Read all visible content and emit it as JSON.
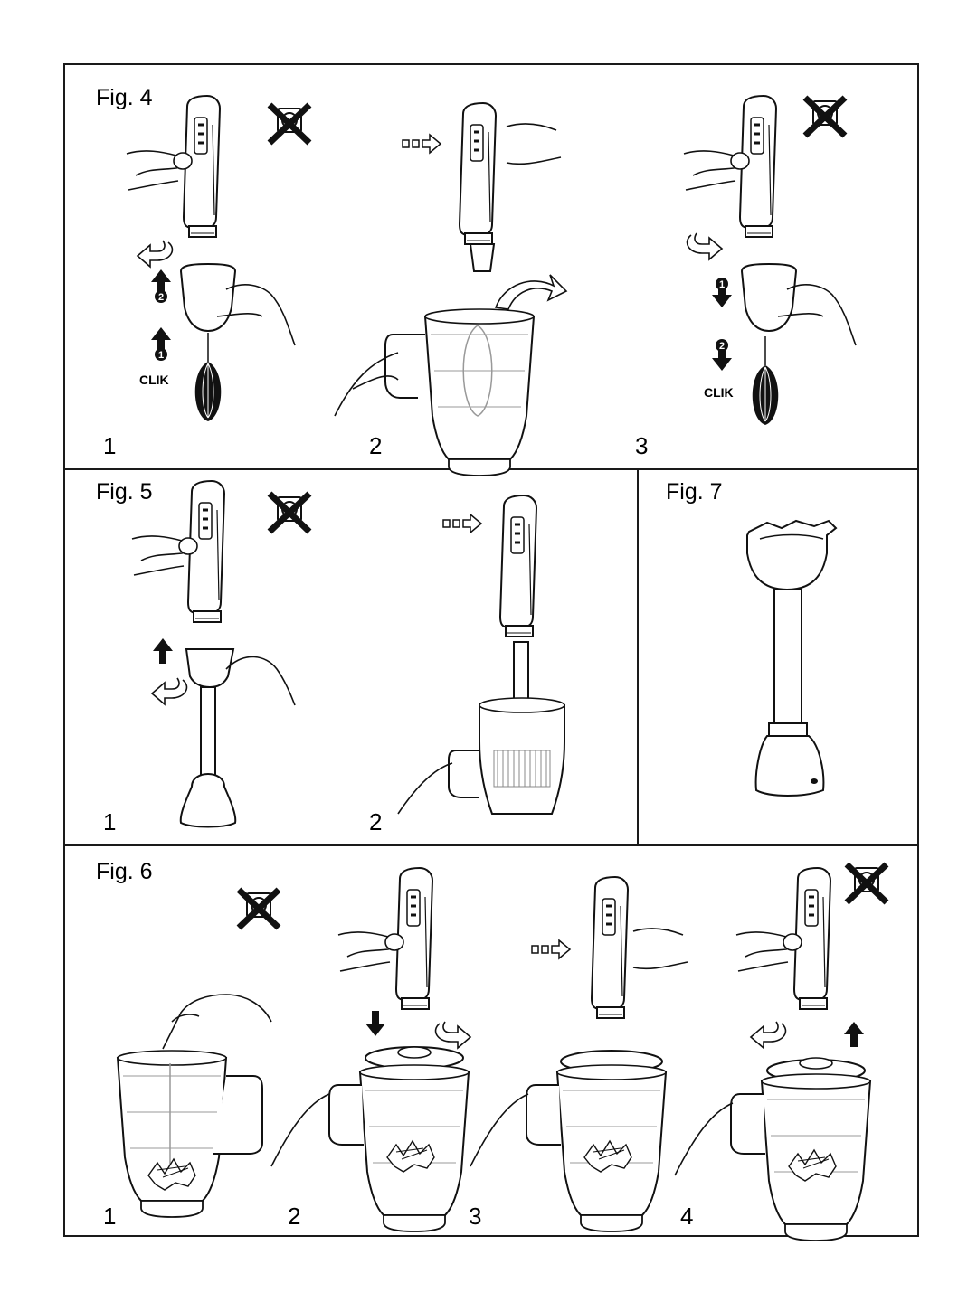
{
  "fig4": {
    "title": "Fig. 4",
    "steps": [
      "1",
      "2",
      "3"
    ],
    "clik": [
      "CLIK",
      "CLIK"
    ],
    "badges": [
      "2",
      "1",
      "1",
      "2"
    ]
  },
  "fig5": {
    "title": "Fig. 5",
    "steps": [
      "1",
      "2"
    ]
  },
  "fig7": {
    "title": "Fig. 7"
  },
  "fig6": {
    "title": "Fig. 6",
    "steps": [
      "1",
      "2",
      "3",
      "4"
    ]
  },
  "icons": [
    "unplug-icon",
    "press-button-arrow-icon",
    "rotate-arrow-icon",
    "up-arrow-icon",
    "down-arrow-icon"
  ]
}
